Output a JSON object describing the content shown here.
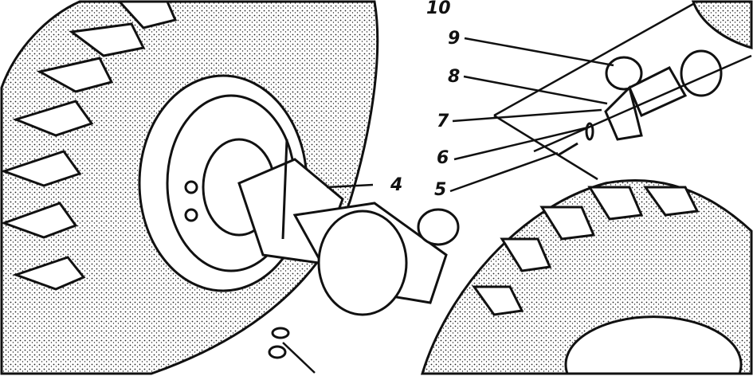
{
  "labels": {
    "l10": "10",
    "l9": "9",
    "l8": "8",
    "l7": "7",
    "l6": "6",
    "l5": "5",
    "l4": "4"
  },
  "colors": {
    "ink": "#111111",
    "paper": "#ffffff",
    "stipple": "#d8d8d8"
  }
}
